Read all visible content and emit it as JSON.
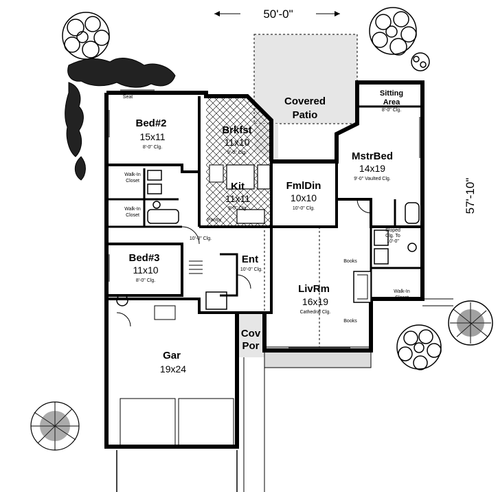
{
  "dimensions": {
    "width": "50'-0\"",
    "depth": "57'-10\""
  },
  "rooms": {
    "bed2": {
      "name": "Bed#2",
      "size": "15x11",
      "ceiling": "8'-0\" Clg."
    },
    "brkfst": {
      "name": "Brkfst",
      "size": "11x10",
      "ceiling": "9'-0\" Clg."
    },
    "patio": {
      "name": "Covered",
      "name2": "Patio"
    },
    "sitting": {
      "name": "Sitting",
      "name2": "Area",
      "ceiling": "8'-0\" Clg."
    },
    "mstr": {
      "name": "MstrBed",
      "size": "14x19",
      "ceiling": "9'-0\" Vaulted Clg."
    },
    "kit": {
      "name": "Kit",
      "size": "11x11",
      "ceiling": "9'-0\" Clg."
    },
    "pantry": {
      "name": "Pantry"
    },
    "fmldin": {
      "name": "FmlDin",
      "size": "10x10",
      "ceiling": "10'-0\" Clg."
    },
    "closet1": {
      "name": "Walk-In",
      "name2": "Closet"
    },
    "closet2": {
      "name": "Walk-In",
      "name2": "Closet"
    },
    "closet3": {
      "name": "Walk-In",
      "name2": "Closet"
    },
    "hall": {
      "ceiling": "10'-0\" Clg."
    },
    "bed3": {
      "name": "Bed#3",
      "size": "11x10",
      "ceiling": "8'-0\" Clg."
    },
    "ent": {
      "name": "Ent",
      "ceiling": "10'-0\" Clg."
    },
    "livrm": {
      "name": "LivRm",
      "size": "16x19",
      "ceiling": "Cathedral Clg."
    },
    "bath": {
      "name": "Sloped",
      "name2": "Clg. To",
      "name3": "10'-0\""
    },
    "gar": {
      "name": "Gar",
      "size": "19x24"
    },
    "covpor": {
      "name": "Cov",
      "name2": "Por"
    }
  },
  "labels": {
    "books_upper": "Books",
    "books_lower": "Books",
    "seat": "Seat"
  }
}
